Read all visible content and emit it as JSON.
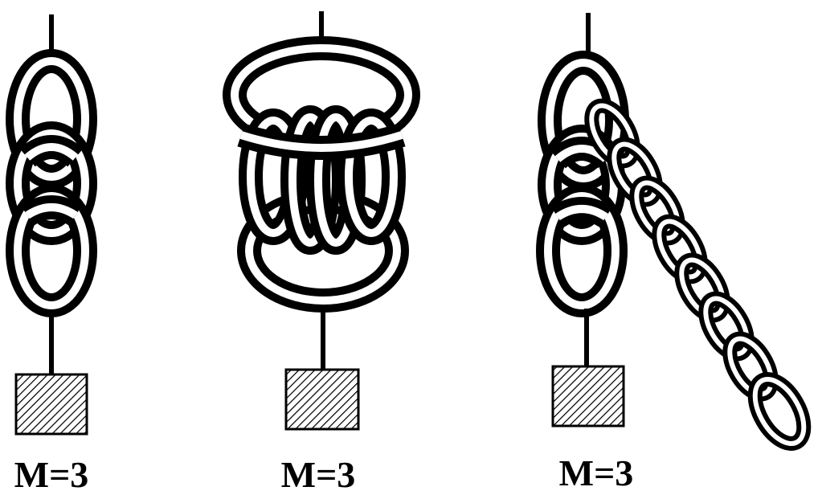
{
  "figures": [
    {
      "id": "left",
      "caption": "M=3"
    },
    {
      "id": "middle",
      "caption": "M=3"
    },
    {
      "id": "right",
      "caption": "M=3"
    }
  ],
  "colors": {
    "line": "#000000",
    "background": "#ffffff"
  },
  "weight_fill": "diagonal-hatch"
}
